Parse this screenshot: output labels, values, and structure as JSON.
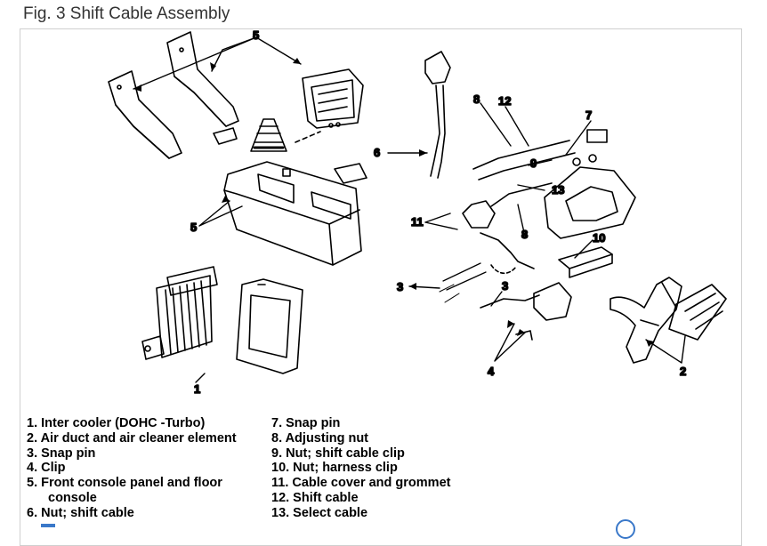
{
  "figure": {
    "title": "Fig. 3 Shift Cable Assembly"
  },
  "callouts": [
    "5",
    "5",
    "6",
    "8",
    "12",
    "7",
    "9",
    "13",
    "11",
    "8",
    "10",
    "3",
    "3",
    "4",
    "2",
    "1"
  ],
  "legend": {
    "left": [
      {
        "line1": "1. Inter cooler (DOHC -Turbo)"
      },
      {
        "line1": "2. Air duct and air cleaner element"
      },
      {
        "line1": "3. Snap pin"
      },
      {
        "line1": "4. Clip"
      },
      {
        "line1": "5. Front console panel and floor",
        "line2": "console"
      },
      {
        "line1": "6. Nut; shift cable"
      }
    ],
    "right": [
      {
        "line1": "7. Snap pin"
      },
      {
        "line1": "8. Adjusting nut"
      },
      {
        "line1": "9. Nut; shift cable clip"
      },
      {
        "line1": "10. Nut; harness clip"
      },
      {
        "line1": "11. Cable cover and grommet"
      },
      {
        "line1": "12. Shift cable"
      },
      {
        "line1": "13. Select cable"
      }
    ]
  }
}
